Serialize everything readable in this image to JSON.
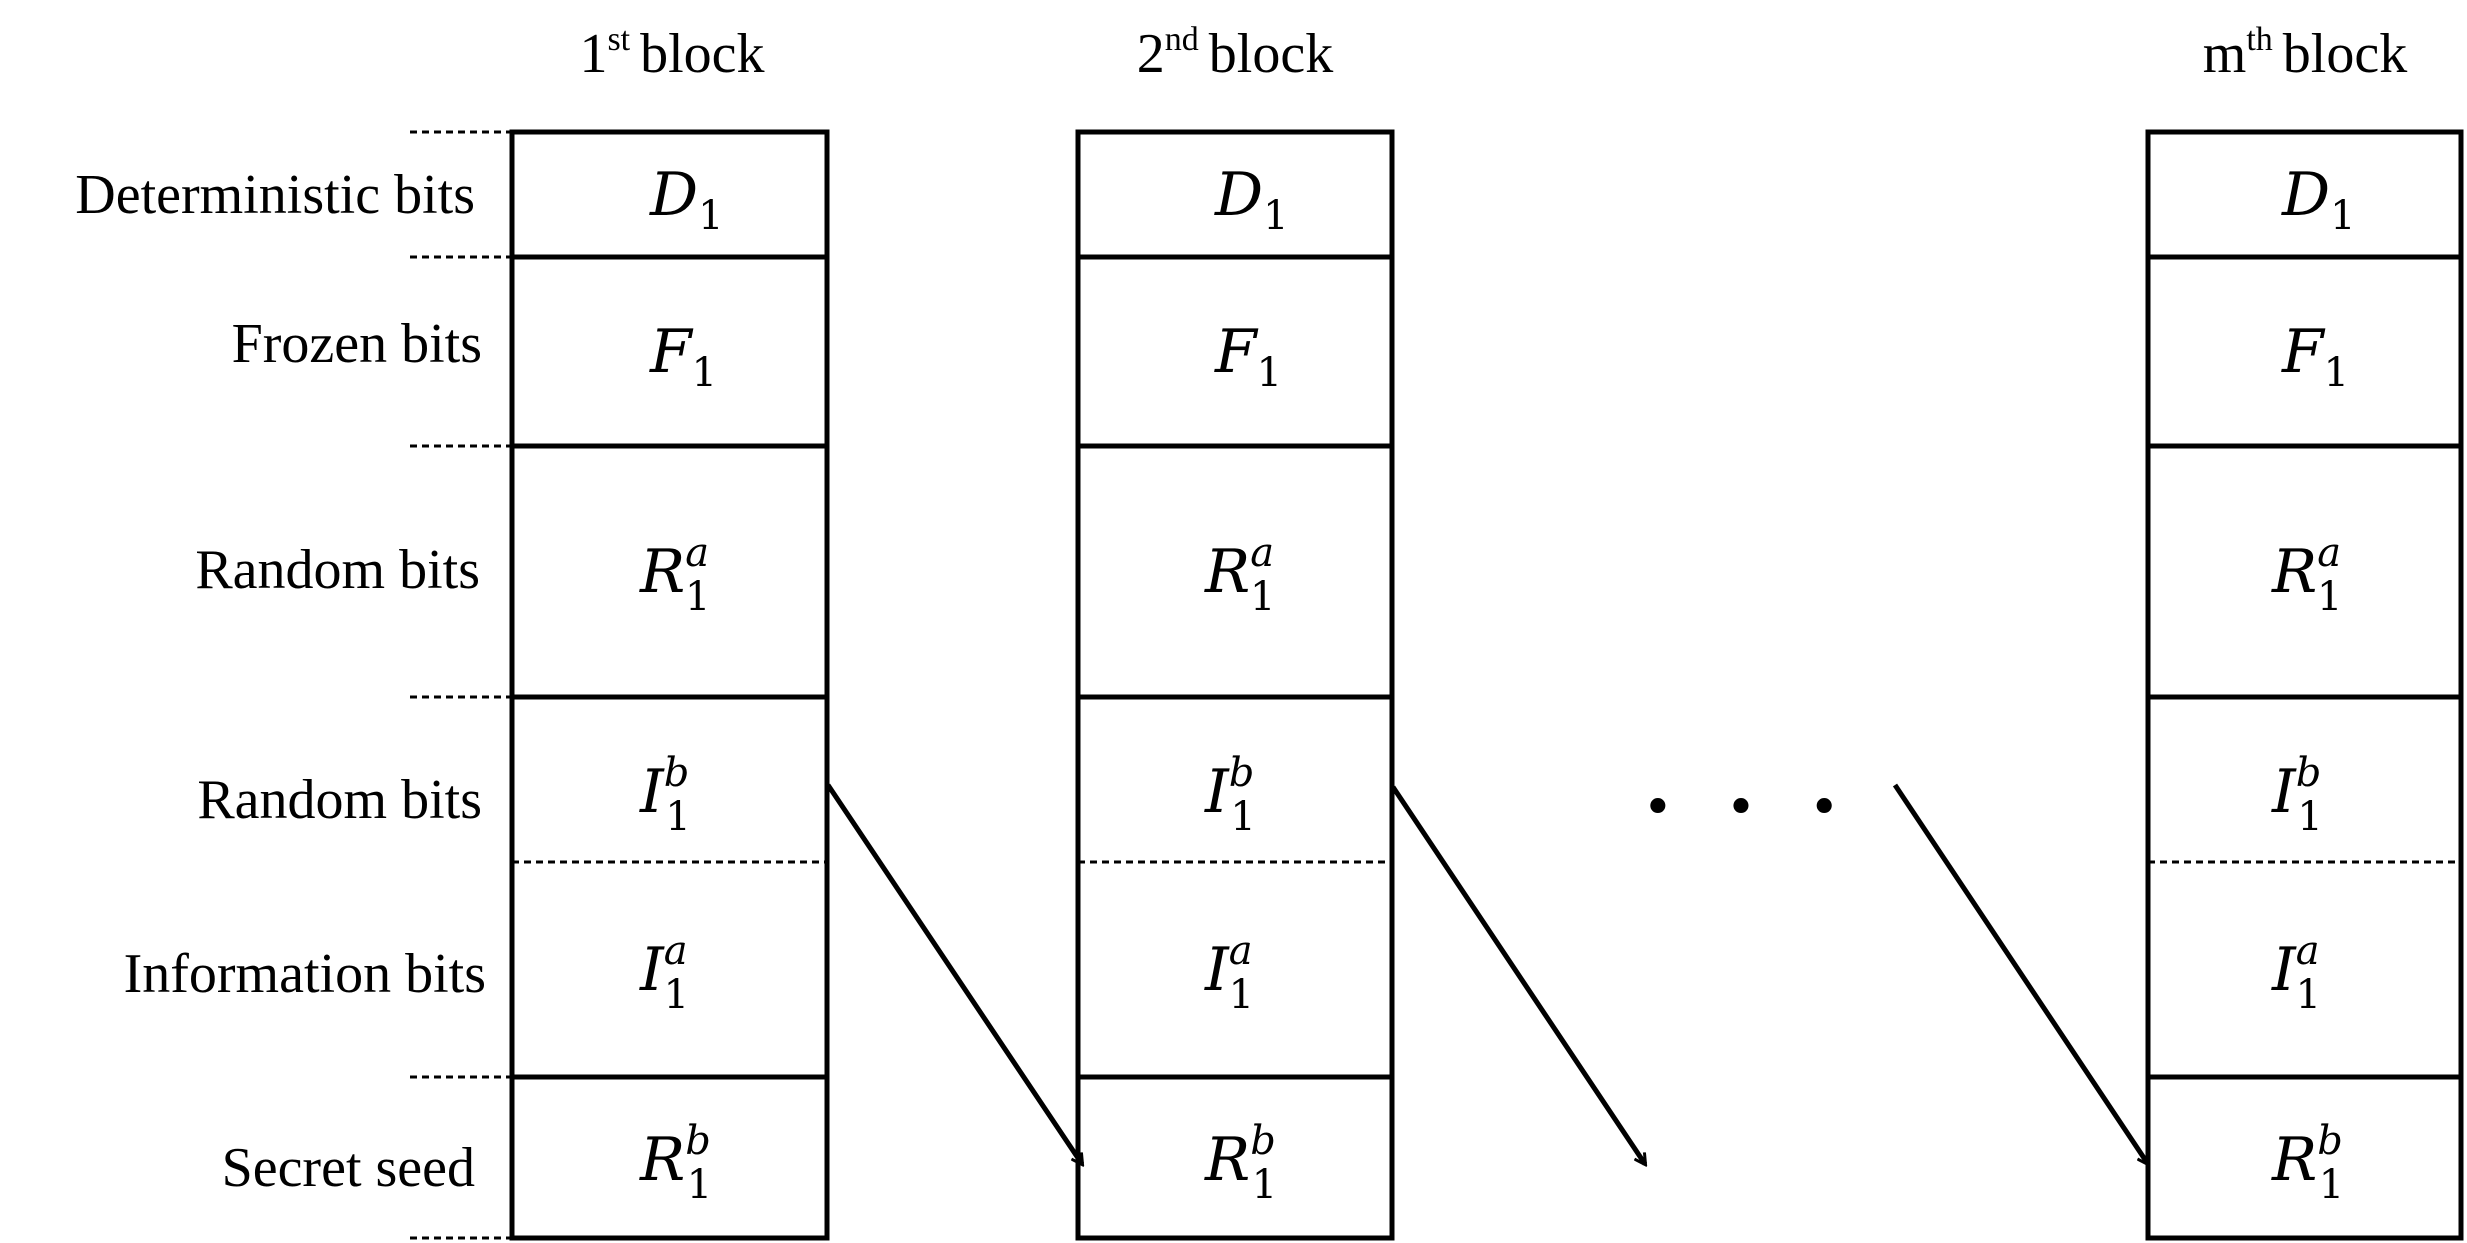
{
  "headers": [
    {
      "num": "1",
      "suffix": "st",
      "word": "block"
    },
    {
      "num": "2",
      "suffix": "nd",
      "word": "block"
    },
    {
      "num": "m",
      "suffix": "th",
      "word": "block"
    }
  ],
  "row_labels": [
    "Deterministic bits",
    "Frozen bits",
    "Random bits",
    "Random bits",
    "Information bits",
    "Secret seed"
  ],
  "cells": [
    {
      "letter": "D",
      "sub": "1",
      "sup": ""
    },
    {
      "letter": "F",
      "sub": "1",
      "sup": ""
    },
    {
      "letter": "R",
      "sub": "1",
      "sup": "a"
    },
    {
      "letter": "I",
      "sub": "1",
      "sup": "b"
    },
    {
      "letter": "I",
      "sub": "1",
      "sup": "a"
    },
    {
      "letter": "R",
      "sub": "1",
      "sup": "b"
    }
  ],
  "ellipsis": "• • •",
  "colors": {
    "stroke": "#000000",
    "background": "#ffffff"
  }
}
